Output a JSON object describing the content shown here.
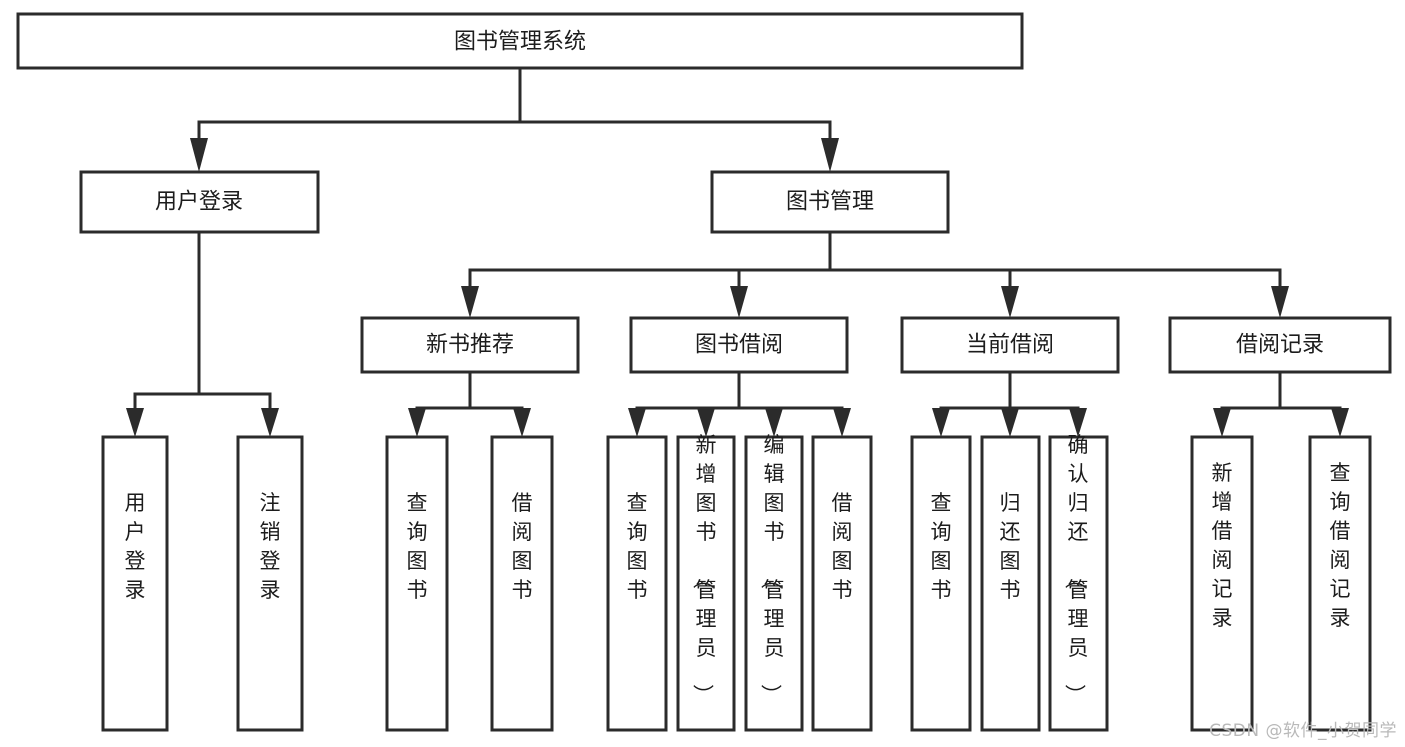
{
  "diagram": {
    "title": "图书管理系统",
    "type": "hierarchy-tree",
    "watermark": "CSDN @软件_小贺同学",
    "colors": {
      "stroke": "#2b2b2b",
      "fill": "#ffffff",
      "text": "#1c1c1c",
      "watermark": "#b9b9b9"
    },
    "root": {
      "label": "图书管理系统"
    },
    "level2": [
      {
        "label": "用户登录"
      },
      {
        "label": "图书管理"
      }
    ],
    "level3": [
      {
        "label": "新书推荐"
      },
      {
        "label": "图书借阅"
      },
      {
        "label": "当前借阅"
      },
      {
        "label": "借阅记录"
      }
    ],
    "leaves": {
      "user_login": [
        {
          "label": "用户登录"
        },
        {
          "label": "注销登录"
        }
      ],
      "new_book_recommend": [
        {
          "label": "查询图书"
        },
        {
          "label": "借阅图书"
        }
      ],
      "book_borrow": [
        {
          "label": "查询图书"
        },
        {
          "label": "新增图书（管理员）"
        },
        {
          "label": "编辑图书（管理员）"
        },
        {
          "label": "借阅图书"
        }
      ],
      "current_borrow": [
        {
          "label": "查询图书"
        },
        {
          "label": "归还图书"
        },
        {
          "label": "确认归还（管理员）"
        }
      ],
      "borrow_record": [
        {
          "label": "新增借阅记录"
        },
        {
          "label": "查询借阅记录"
        }
      ]
    }
  }
}
